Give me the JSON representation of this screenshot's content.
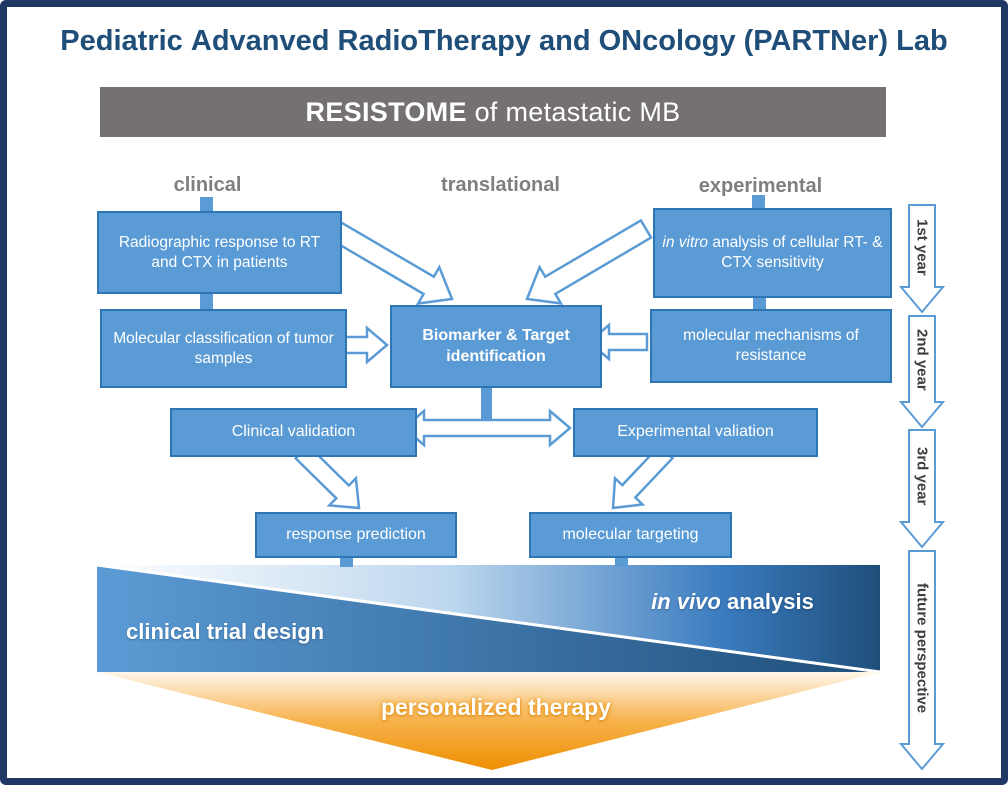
{
  "colors": {
    "frame_navy": "#1f3864",
    "box_fill": "#5b9bd5",
    "box_border": "#2e75b6",
    "banner_gray": "#767171",
    "label_gray": "#7f7f7f",
    "arrow_outline": "#5b9bd5",
    "deep_blue": "#1f4e79",
    "orange": "#f09000"
  },
  "title": {
    "parts": [
      "P",
      "ediatric ",
      "A",
      "dvanved ",
      "R",
      "adio",
      "T",
      "herapy and ",
      "ON",
      "cology (PARTNer) Lab"
    ]
  },
  "banner": {
    "highlight": "RESISTOME",
    "rest": " of metastatic MB"
  },
  "columns": {
    "clinical": "clinical",
    "translational": "translational",
    "experimental": "experimental"
  },
  "boxes": {
    "radiographic": "Radiographic response to RT and CTX in patients",
    "classification": "Molecular classification of tumor samples",
    "biomarker": "Biomarker & Target identification",
    "in_vitro": {
      "italic": "in vitro",
      "rest": " analysis of cellular RT- & CTX sensitivity"
    },
    "mechanisms": "molecular mechanisms of resistance",
    "clinical_validation": "Clinical validation",
    "experimental_validation": "Experimental valiation",
    "response_prediction": "response prediction",
    "molecular_targeting": "molecular targeting"
  },
  "funnel": {
    "in_vivo": {
      "italic": "in vivo",
      "rest": " analysis"
    },
    "clinical_trial_design": "clinical trial design",
    "personalized_therapy": "personalized therapy"
  },
  "timeline": [
    {
      "label": "1st year"
    },
    {
      "label": "2nd year"
    },
    {
      "label": "3rd year"
    },
    {
      "label": "future perspective"
    }
  ]
}
